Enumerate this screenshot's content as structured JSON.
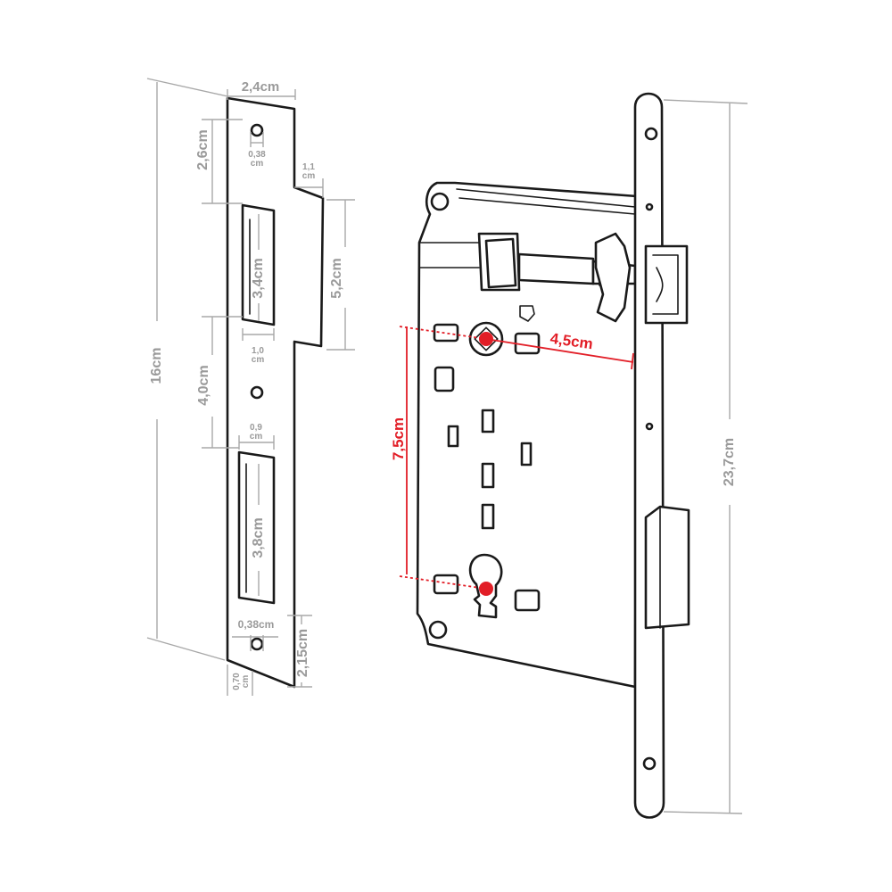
{
  "strike_plate": {
    "width_label": "2,4cm",
    "height_label": "16cm",
    "top_offset_label": "2,6cm",
    "top_hole_label_line1": "0,38",
    "top_hole_label_line2": "cm",
    "tongue_depth_label_line1": "1,1",
    "tongue_depth_label_line2": "cm",
    "upper_slot_label": "3,4cm",
    "tongue_height_label": "5,2cm",
    "upper_slot_width_label_line1": "1,0",
    "upper_slot_width_label_line2": "cm",
    "middle_gap_label": "4,0cm",
    "lower_slot_width_label_line1": "0,9",
    "lower_slot_width_label_line2": "cm",
    "lower_slot_label": "3,8cm",
    "bottom_hole_label": "0,38cm",
    "bottom_offset_label": "2,15cm",
    "bottom_edge_label_line1": "0,70",
    "bottom_edge_label_line2": "cm"
  },
  "lock_body": {
    "backset_label": "4,5cm",
    "centre_distance_label": "7,5cm",
    "faceplate_height_label": "23,7cm",
    "accent_color": "#e21e27",
    "dimension_color": "#9a9a9a"
  }
}
